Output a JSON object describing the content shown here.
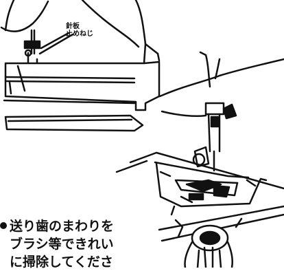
{
  "callout": {
    "line1": "針板",
    "line2": "止めねじ"
  },
  "instruction": {
    "line1": "送り歯のまわりを",
    "line2": "ブラシ等できれい",
    "line3": "に掃除してくださ"
  }
}
